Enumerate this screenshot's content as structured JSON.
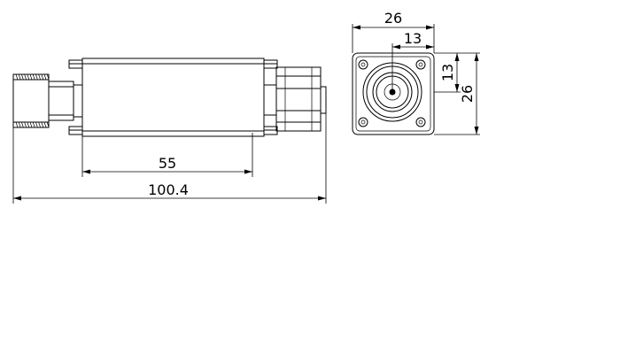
{
  "dimensions": {
    "body_length": "55",
    "total_length": "100.4",
    "flange_width": "26",
    "flange_half_width": "13",
    "flange_height": "26",
    "flange_half_height": "13"
  },
  "colors": {
    "line": "#000000",
    "background": "#ffffff"
  }
}
